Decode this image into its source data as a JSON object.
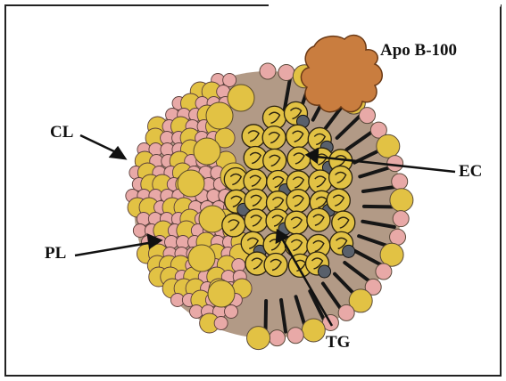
{
  "diagram": {
    "labels": {
      "apo": "Apo B-100",
      "cl": "CL",
      "pl": "PL",
      "ec": "EC",
      "tg": "TG"
    },
    "colors": {
      "phospholipid_head": "#e8a9a7",
      "cholesterol": "#e2c244",
      "core": "#b29a86",
      "apoprotein": "#c97d3f",
      "cholesteryl_ester": "#59606b",
      "tail": "#161616"
    }
  }
}
